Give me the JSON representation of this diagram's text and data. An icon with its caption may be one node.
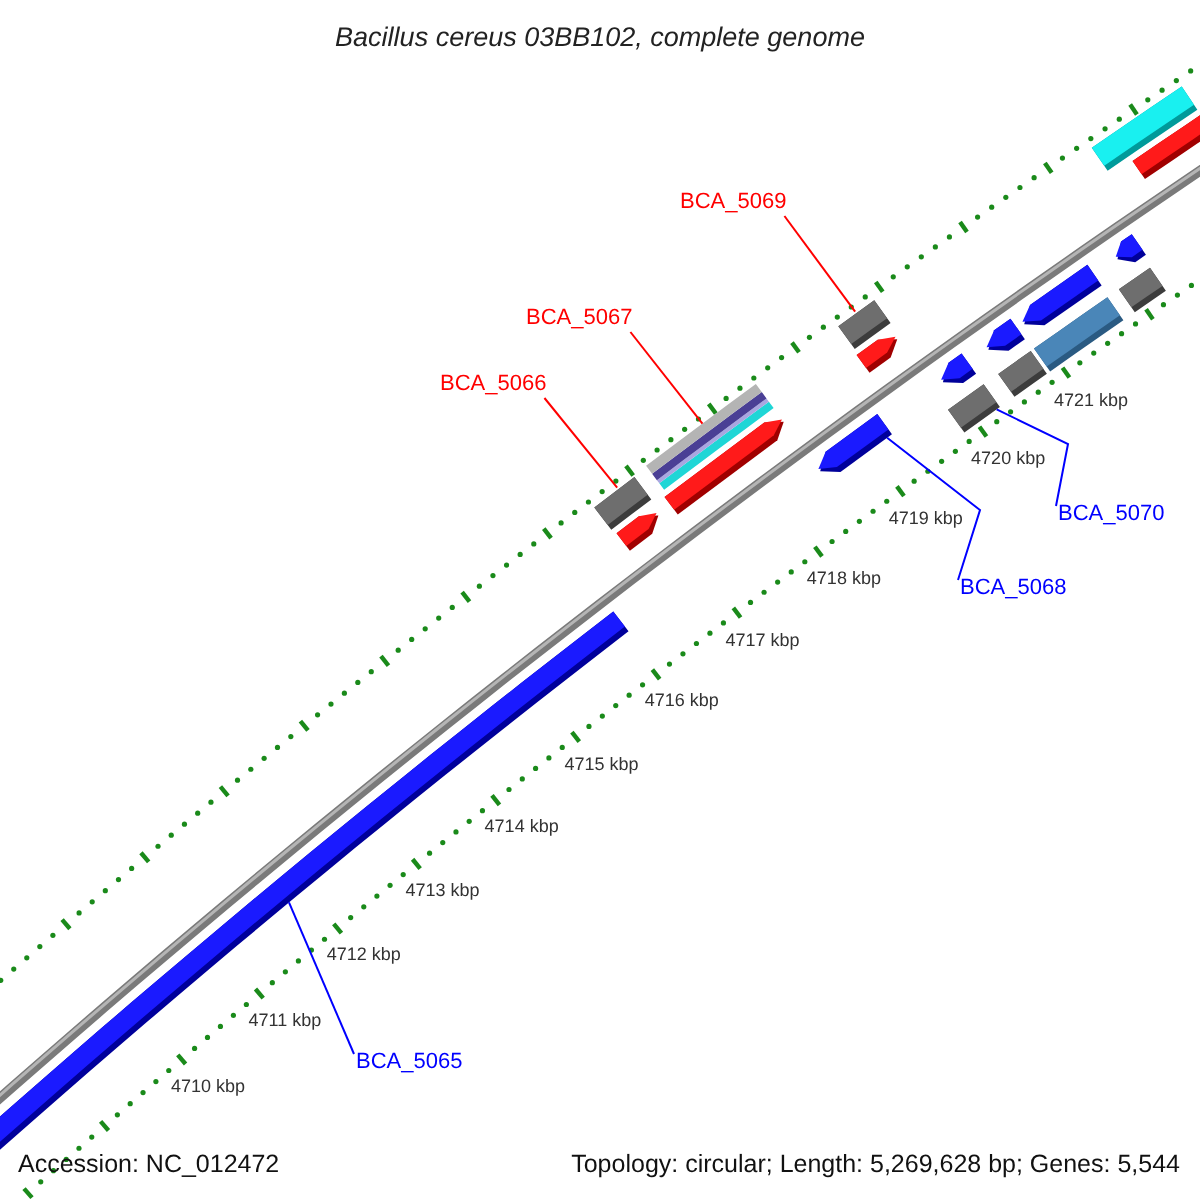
{
  "diagram": {
    "title": "Bacillus cereus 03BB102, complete genome",
    "nodes": [
      {
        "text": [
          "BCA_5069"
        ]
      },
      {
        "text": [],
        "shape": "box"
      },
      {
        "text": [
          "BCA_5067"
        ]
      },
      {
        "text": [],
        "shape": "bar"
      },
      {
        "text": [
          "BCA_5066"
        ]
      },
      {
        "text": [],
        "shape": "box"
      },
      {
        "text": [
          "BCA_5070"
        ]
      },
      {
        "text": [],
        "shape": "box"
      },
      {
        "text": [
          "BCA_5068"
        ]
      },
      {
        "text": [],
        "shape": "arrow"
      },
      {
        "text": [
          "BCA_5065"
        ]
      },
      {
        "text": [],
        "shape": "bar"
      },
      {
        "text": [],
        "shape": "arrow"
      },
      {
        "text": [],
        "shape": "arrow"
      },
      {
        "text": [],
        "shape": "arrow"
      },
      {
        "text": [],
        "shape": "bar"
      },
      {
        "text": [],
        "shape": "bar"
      },
      {
        "text": [],
        "shape": "arrow"
      },
      {
        "text": [],
        "shape": "arrow"
      },
      {
        "text": [],
        "shape": "arrow"
      },
      {
        "text": [],
        "shape": "arrow"
      },
      {
        "text": [],
        "shape": "box"
      },
      {
        "text": [],
        "shape": "box"
      },
      {
        "text": [],
        "shape": "bar"
      }
    ],
    "edges": [
      {
        "from": 0,
        "to": 1,
        "arrow": "none",
        "color": "#ff0000"
      },
      {
        "from": 2,
        "to": 3,
        "arrow": "none",
        "color": "#ff0000"
      },
      {
        "from": 4,
        "to": 5,
        "arrow": "none",
        "color": "#ff0000"
      },
      {
        "from": 6,
        "to": 7,
        "arrow": "none",
        "color": "#0000ff"
      },
      {
        "from": 8,
        "to": 9,
        "arrow": "none",
        "color": "#0000ff"
      },
      {
        "from": 10,
        "to": 11,
        "arrow": "none",
        "color": "#0000ff"
      }
    ],
    "labels": [
      "4721 kbp",
      "4720 kbp",
      "4719 kbp",
      "4718 kbp",
      "4717 kbp",
      "4716 kbp",
      "4715 kbp",
      "4714 kbp",
      "4713 kbp",
      "4712 kbp",
      "4711 kbp",
      "4710 kbp",
      "Accession: NC_012472",
      "Topology: circular; Length: 5,269,628 bp; Genes: 5,544"
    ]
  }
}
